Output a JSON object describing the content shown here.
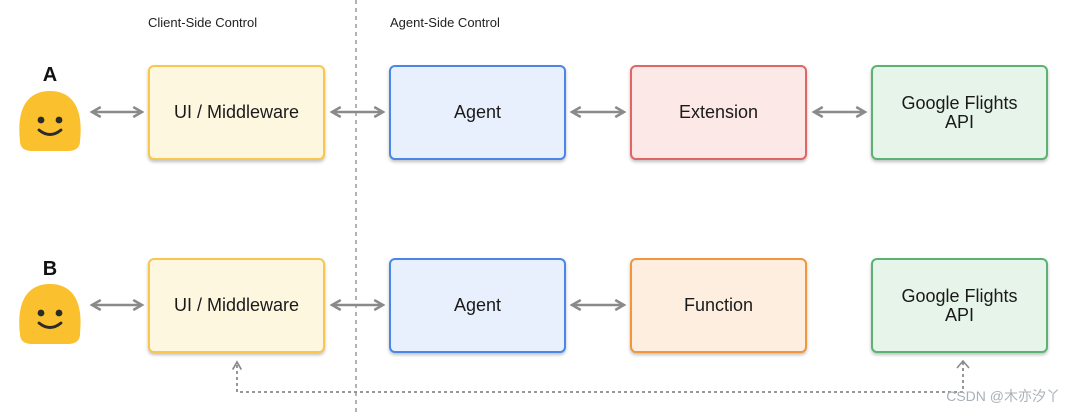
{
  "headers": {
    "client": "Client-Side Control",
    "agent": "Agent-Side Control"
  },
  "rows": [
    {
      "label": "A",
      "ui": "UI / Middleware",
      "agent": "Agent",
      "middle": "Extension",
      "api_line1": "Google Flights",
      "api_line2": "API"
    },
    {
      "label": "B",
      "ui": "UI / Middleware",
      "agent": "Agent",
      "middle": "Function",
      "api_line1": "Google Flights",
      "api_line2": "API"
    }
  ],
  "watermark": "CSDN @木亦汐丫",
  "colors": {
    "ui_fill": "#fef7e0",
    "ui_border": "#f9c74f",
    "agent_fill": "#e8f0fe",
    "agent_border": "#4a86e8",
    "extension_fill": "#fce8e6",
    "extension_border": "#e06666",
    "function_fill": "#fdeee0",
    "function_border": "#f0963c",
    "api_fill": "#e6f4ea",
    "api_border": "#5bb372",
    "arrow": "#8a8a8a",
    "divider": "#9a9a9a",
    "smiley": "#fbc02d"
  },
  "icons": {
    "user": "smiley-face-icon",
    "arrow": "double-arrow-icon"
  }
}
